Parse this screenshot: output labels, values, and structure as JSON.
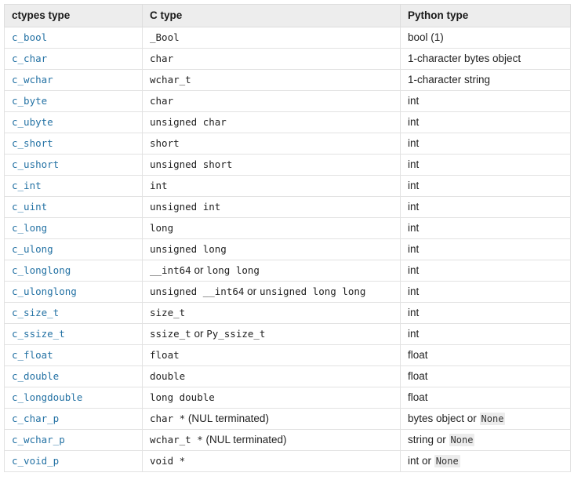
{
  "table": {
    "headers": [
      "ctypes type",
      "C type",
      "Python type"
    ],
    "rows": [
      {
        "ctypes_type": "c_bool",
        "c_type": [
          {
            "text": "_Bool",
            "style": "mono"
          }
        ],
        "python_type": [
          {
            "text": "bool (1)",
            "style": "prose"
          }
        ]
      },
      {
        "ctypes_type": "c_char",
        "c_type": [
          {
            "text": "char",
            "style": "mono"
          }
        ],
        "python_type": [
          {
            "text": "1-character bytes object",
            "style": "prose"
          }
        ]
      },
      {
        "ctypes_type": "c_wchar",
        "c_type": [
          {
            "text": "wchar_t",
            "style": "mono"
          }
        ],
        "python_type": [
          {
            "text": "1-character string",
            "style": "prose"
          }
        ]
      },
      {
        "ctypes_type": "c_byte",
        "c_type": [
          {
            "text": "char",
            "style": "mono"
          }
        ],
        "python_type": [
          {
            "text": "int",
            "style": "prose"
          }
        ]
      },
      {
        "ctypes_type": "c_ubyte",
        "c_type": [
          {
            "text": "unsigned char",
            "style": "mono"
          }
        ],
        "python_type": [
          {
            "text": "int",
            "style": "prose"
          }
        ]
      },
      {
        "ctypes_type": "c_short",
        "c_type": [
          {
            "text": "short",
            "style": "mono"
          }
        ],
        "python_type": [
          {
            "text": "int",
            "style": "prose"
          }
        ]
      },
      {
        "ctypes_type": "c_ushort",
        "c_type": [
          {
            "text": "unsigned short",
            "style": "mono"
          }
        ],
        "python_type": [
          {
            "text": "int",
            "style": "prose"
          }
        ]
      },
      {
        "ctypes_type": "c_int",
        "c_type": [
          {
            "text": "int",
            "style": "mono"
          }
        ],
        "python_type": [
          {
            "text": "int",
            "style": "prose"
          }
        ]
      },
      {
        "ctypes_type": "c_uint",
        "c_type": [
          {
            "text": "unsigned int",
            "style": "mono"
          }
        ],
        "python_type": [
          {
            "text": "int",
            "style": "prose"
          }
        ]
      },
      {
        "ctypes_type": "c_long",
        "c_type": [
          {
            "text": "long",
            "style": "mono"
          }
        ],
        "python_type": [
          {
            "text": "int",
            "style": "prose"
          }
        ]
      },
      {
        "ctypes_type": "c_ulong",
        "c_type": [
          {
            "text": "unsigned long",
            "style": "mono"
          }
        ],
        "python_type": [
          {
            "text": "int",
            "style": "prose"
          }
        ]
      },
      {
        "ctypes_type": "c_longlong",
        "c_type": [
          {
            "text": "__int64",
            "style": "mono"
          },
          {
            "text": " or ",
            "style": "prose"
          },
          {
            "text": "long long",
            "style": "mono"
          }
        ],
        "python_type": [
          {
            "text": "int",
            "style": "prose"
          }
        ]
      },
      {
        "ctypes_type": "c_ulonglong",
        "c_type": [
          {
            "text": "unsigned __int64",
            "style": "mono"
          },
          {
            "text": " or ",
            "style": "prose"
          },
          {
            "text": "unsigned long long",
            "style": "mono"
          }
        ],
        "python_type": [
          {
            "text": "int",
            "style": "prose"
          }
        ]
      },
      {
        "ctypes_type": "c_size_t",
        "c_type": [
          {
            "text": "size_t",
            "style": "mono"
          }
        ],
        "python_type": [
          {
            "text": "int",
            "style": "prose"
          }
        ]
      },
      {
        "ctypes_type": "c_ssize_t",
        "c_type": [
          {
            "text": "ssize_t",
            "style": "mono"
          },
          {
            "text": " or ",
            "style": "prose"
          },
          {
            "text": "Py_ssize_t",
            "style": "mono"
          }
        ],
        "python_type": [
          {
            "text": "int",
            "style": "prose"
          }
        ]
      },
      {
        "ctypes_type": "c_float",
        "c_type": [
          {
            "text": "float",
            "style": "mono"
          }
        ],
        "python_type": [
          {
            "text": "float",
            "style": "prose"
          }
        ]
      },
      {
        "ctypes_type": "c_double",
        "c_type": [
          {
            "text": "double",
            "style": "mono"
          }
        ],
        "python_type": [
          {
            "text": "float",
            "style": "prose"
          }
        ]
      },
      {
        "ctypes_type": "c_longdouble",
        "c_type": [
          {
            "text": "long double",
            "style": "mono"
          }
        ],
        "python_type": [
          {
            "text": "float",
            "style": "prose"
          }
        ]
      },
      {
        "ctypes_type": "c_char_p",
        "c_type": [
          {
            "text": "char *",
            "style": "mono"
          },
          {
            "text": " (NUL terminated)",
            "style": "prose"
          }
        ],
        "python_type": [
          {
            "text": "bytes object or ",
            "style": "prose"
          },
          {
            "text": "None",
            "style": "chip"
          }
        ]
      },
      {
        "ctypes_type": "c_wchar_p",
        "c_type": [
          {
            "text": "wchar_t *",
            "style": "mono"
          },
          {
            "text": " (NUL terminated)",
            "style": "prose"
          }
        ],
        "python_type": [
          {
            "text": "string or ",
            "style": "prose"
          },
          {
            "text": "None",
            "style": "chip"
          }
        ]
      },
      {
        "ctypes_type": "c_void_p",
        "c_type": [
          {
            "text": "void *",
            "style": "mono"
          }
        ],
        "python_type": [
          {
            "text": "int or ",
            "style": "prose"
          },
          {
            "text": "None",
            "style": "chip"
          }
        ]
      }
    ]
  },
  "colors": {
    "link": "#2472a4",
    "header_background": "#ededed",
    "border": "#dddddd",
    "row_border": "#e2e2e2",
    "code_chip_background": "#ececec",
    "text": "#222222"
  }
}
